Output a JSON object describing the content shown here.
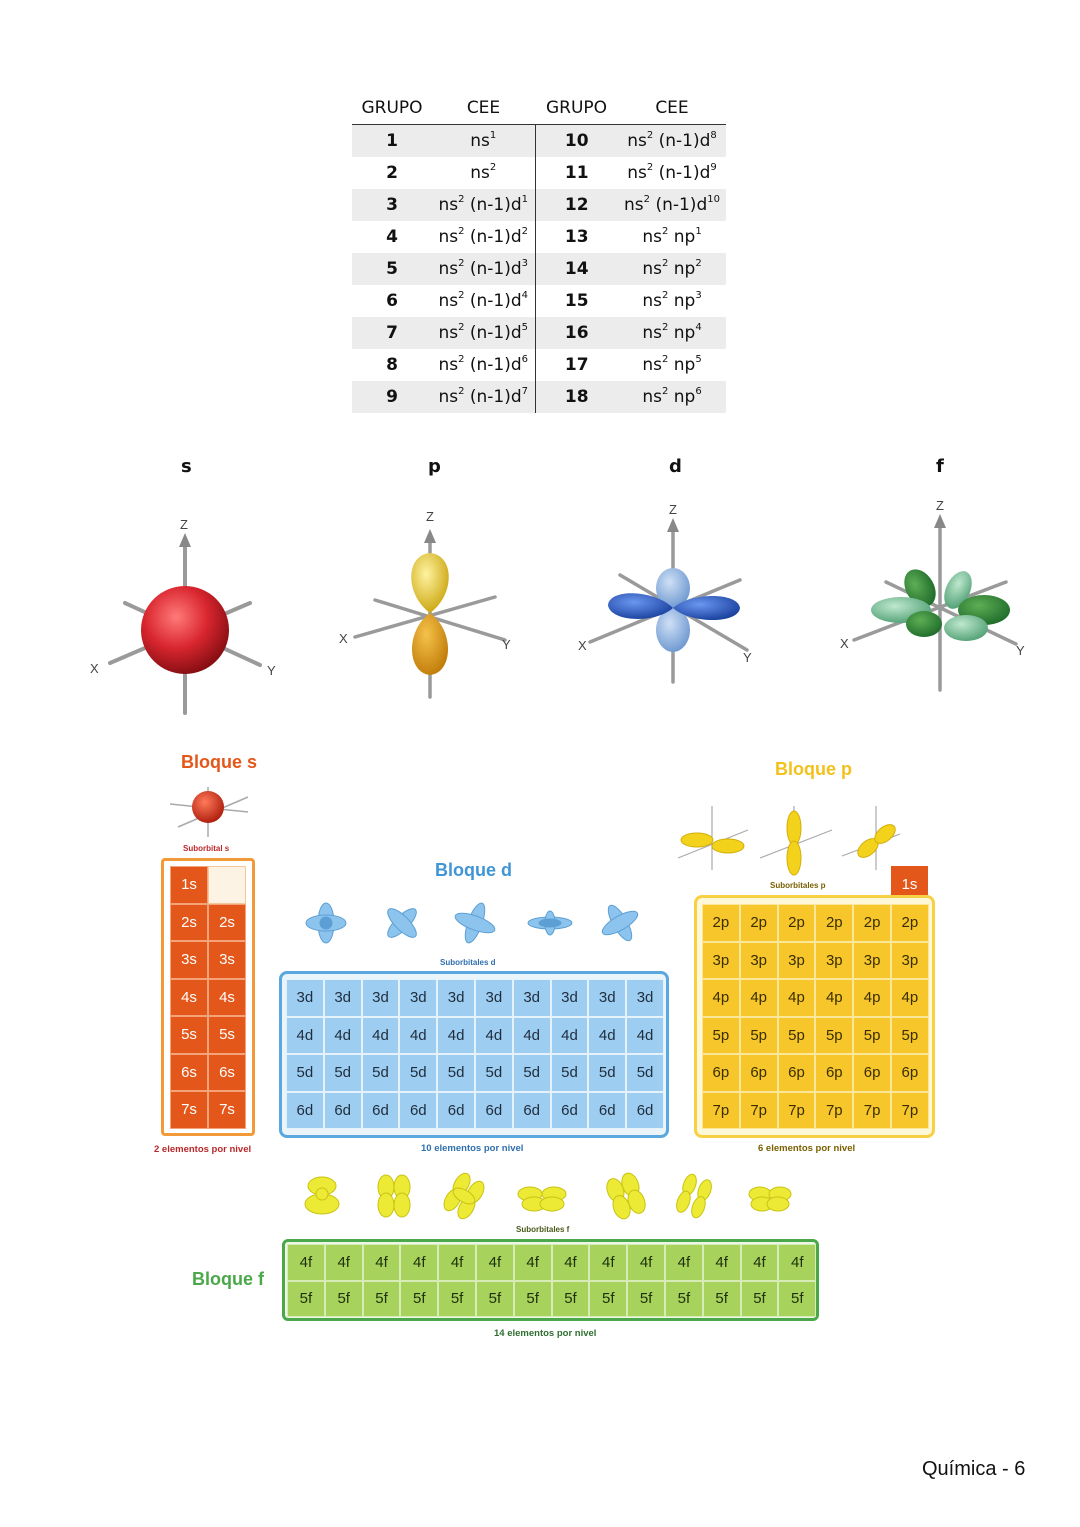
{
  "table": {
    "headers": [
      "GRUPO",
      "CEE",
      "GRUPO",
      "CEE"
    ],
    "rows": [
      {
        "g1": "1",
        "c1": {
          "base": "ns",
          "sup": "1",
          "rest": "",
          "rsup": ""
        },
        "g2": "10",
        "c2": {
          "base": "ns",
          "sup": "2",
          "rest": " (n-1)d",
          "rsup": "8"
        }
      },
      {
        "g1": "2",
        "c1": {
          "base": "ns",
          "sup": "2",
          "rest": "",
          "rsup": ""
        },
        "g2": "11",
        "c2": {
          "base": "ns",
          "sup": "2",
          "rest": " (n-1)d",
          "rsup": "9"
        }
      },
      {
        "g1": "3",
        "c1": {
          "base": "ns",
          "sup": "2",
          "rest": " (n-1)d",
          "rsup": "1"
        },
        "g2": "12",
        "c2": {
          "base": "ns",
          "sup": "2",
          "rest": " (n-1)d",
          "rsup": "10"
        }
      },
      {
        "g1": "4",
        "c1": {
          "base": "ns",
          "sup": "2",
          "rest": " (n-1)d",
          "rsup": "2"
        },
        "g2": "13",
        "c2": {
          "base": "ns",
          "sup": "2",
          "rest": " np",
          "rsup": "1"
        }
      },
      {
        "g1": "5",
        "c1": {
          "base": "ns",
          "sup": "2",
          "rest": " (n-1)d",
          "rsup": "3"
        },
        "g2": "14",
        "c2": {
          "base": "ns",
          "sup": "2",
          "rest": " np",
          "rsup": "2"
        }
      },
      {
        "g1": "6",
        "c1": {
          "base": "ns",
          "sup": "2",
          "rest": " (n-1)d",
          "rsup": "4"
        },
        "g2": "15",
        "c2": {
          "base": "ns",
          "sup": "2",
          "rest": " np",
          "rsup": "3"
        }
      },
      {
        "g1": "7",
        "c1": {
          "base": "ns",
          "sup": "2",
          "rest": " (n-1)d",
          "rsup": "5"
        },
        "g2": "16",
        "c2": {
          "base": "ns",
          "sup": "2",
          "rest": " np",
          "rsup": "4"
        }
      },
      {
        "g1": "8",
        "c1": {
          "base": "ns",
          "sup": "2",
          "rest": " (n-1)d",
          "rsup": "6"
        },
        "g2": "17",
        "c2": {
          "base": "ns",
          "sup": "2",
          "rest": " np",
          "rsup": "5"
        }
      },
      {
        "g1": "9",
        "c1": {
          "base": "ns",
          "sup": "2",
          "rest": " (n-1)d",
          "rsup": "7"
        },
        "g2": "18",
        "c2": {
          "base": "ns",
          "sup": "2",
          "rest": " np",
          "rsup": "6"
        }
      }
    ]
  },
  "orbitals": {
    "s": {
      "label": "s",
      "color": "#d9262f"
    },
    "p": {
      "label": "p",
      "color": "#f2c21b"
    },
    "d": {
      "label": "d",
      "color": "#2e62c9"
    },
    "f": {
      "label": "f",
      "color": "#3f9a55"
    },
    "axes": {
      "x": "X",
      "y": "Y",
      "z": "Z"
    }
  },
  "blocks": {
    "s": {
      "title": "Bloque s",
      "subcaption": "Suborbital s",
      "caption": "2 elementos por nivel",
      "color": "#e4571a",
      "rows": [
        [
          "1s",
          ""
        ],
        [
          "2s",
          "2s"
        ],
        [
          "3s",
          "3s"
        ],
        [
          "4s",
          "4s"
        ],
        [
          "5s",
          "5s"
        ],
        [
          "6s",
          "6s"
        ],
        [
          "7s",
          "7s"
        ]
      ]
    },
    "d": {
      "title": "Bloque d",
      "subcaption": "Suborbitales d",
      "caption": "10 elementos por nivel",
      "color": "#3f95d6",
      "levels": [
        "3d",
        "4d",
        "5d",
        "6d"
      ],
      "per_row": 10
    },
    "p": {
      "title": "Bloque p",
      "subcaption": "Suborbitales p",
      "caption": "6 elementos por nivel",
      "color": "#f2c21b",
      "he": "1s",
      "levels": [
        "2p",
        "3p",
        "4p",
        "5p",
        "6p",
        "7p"
      ],
      "per_row": 6
    },
    "f": {
      "title": "Bloque f",
      "subcaption": "Suborbitales f",
      "caption": "14 elementos por nivel",
      "color": "#4aa84a",
      "levels": [
        "4f",
        "5f"
      ],
      "per_row": 14
    }
  },
  "footer": "Química - 6"
}
